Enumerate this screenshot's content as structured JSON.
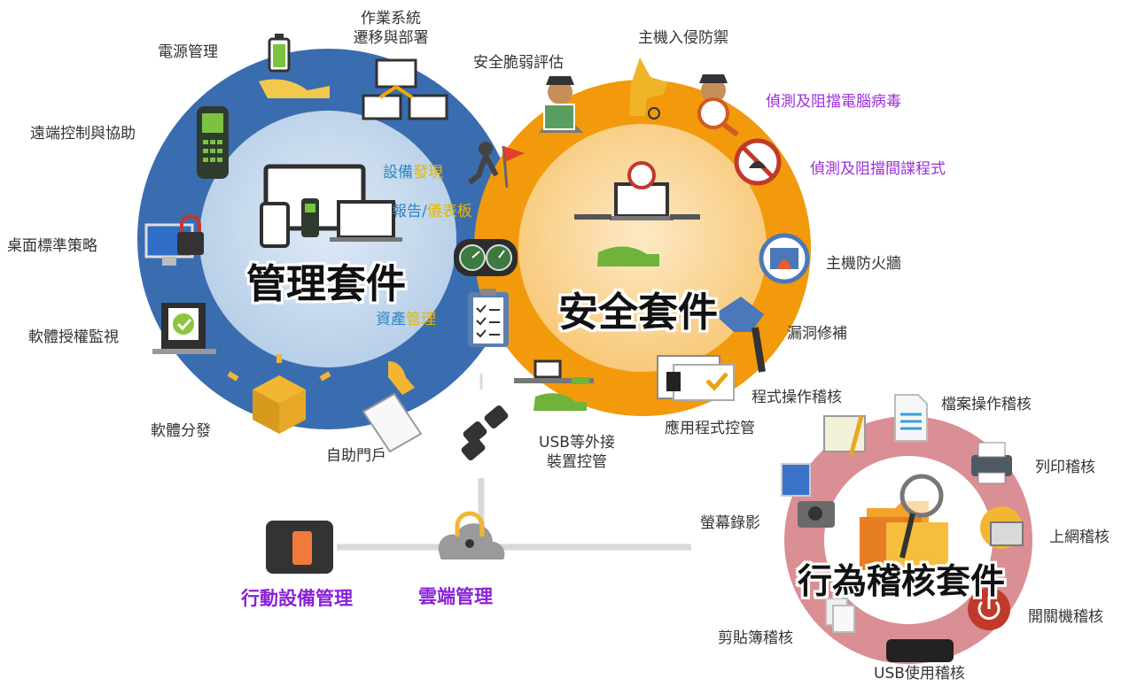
{
  "management": {
    "title": "管理套件",
    "items": {
      "power": "電源管理",
      "os_line1": "作業系統",
      "os_line2": "遷移與部署",
      "remote": "遠端控制與協助",
      "desktop": "桌面標準策略",
      "license": "軟體授權監視",
      "distribution": "軟體分發",
      "portal": "自助門戶",
      "discovery_a": "設備",
      "discovery_b": "發現",
      "report_a": "報告/",
      "report_b": "儀表板",
      "asset_a": "資產",
      "asset_b": "管理"
    }
  },
  "security": {
    "title": "安全套件",
    "items": {
      "vuln": "安全脆弱評估",
      "hips": "主機入侵防禦",
      "antivirus": "偵測及阻擋電腦病毒",
      "antispy": "偵測及阻擋間諜程式",
      "firewall": "主機防火牆",
      "patch": "漏洞修補",
      "appctrl": "應用程式控管",
      "usb_line1": "USB等外接",
      "usb_line2": "裝置控管"
    }
  },
  "audit": {
    "title": "行為稽核套件",
    "items": {
      "program": "程式操作稽核",
      "file": "檔案操作稽核",
      "print": "列印稽核",
      "web": "上網稽核",
      "power": "開關機稽核",
      "usb": "USB使用稽核",
      "clipboard": "剪貼簿稽核",
      "screen": "螢幕錄影"
    }
  },
  "bottom": {
    "mobile": "行動設備管理",
    "cloud": "雲端管理"
  },
  "colors": {
    "management_ring": "#3a6db0",
    "management_inner": "#c9dcef",
    "security_ring": "#f29a0c",
    "security_inner": "#fbd9a4",
    "audit_ring": "#d98f94",
    "purple_text": "#9b30d9",
    "blue_text": "#2a86c8",
    "yellow_text": "#e8b400"
  }
}
